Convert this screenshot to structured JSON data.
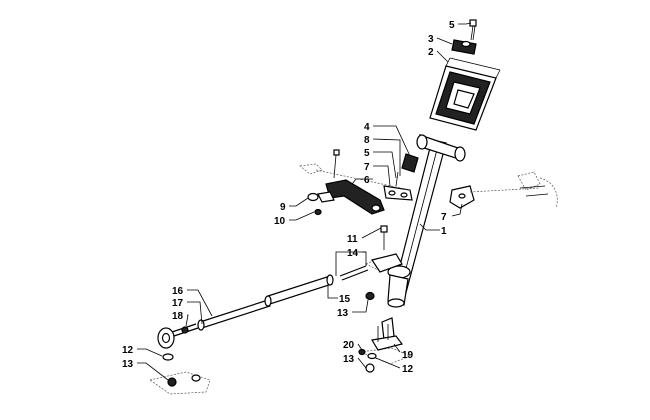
{
  "callouts": {
    "c5a": "5",
    "c3": "3",
    "c2": "2",
    "c4": "4",
    "c8": "8",
    "c5b": "5",
    "c7a": "7",
    "c6": "6",
    "c9": "9",
    "c10": "10",
    "c7b": "7",
    "c1": "1",
    "c11": "11",
    "c14": "14",
    "c15": "15",
    "c13a": "13",
    "c16": "16",
    "c17": "17",
    "c18": "18",
    "c12a": "12",
    "c13b": "13",
    "c20": "20",
    "c13c": "13",
    "c19": "19",
    "c12b": "12"
  },
  "colors": {
    "ink": "#000000",
    "paper": "#ffffff"
  }
}
